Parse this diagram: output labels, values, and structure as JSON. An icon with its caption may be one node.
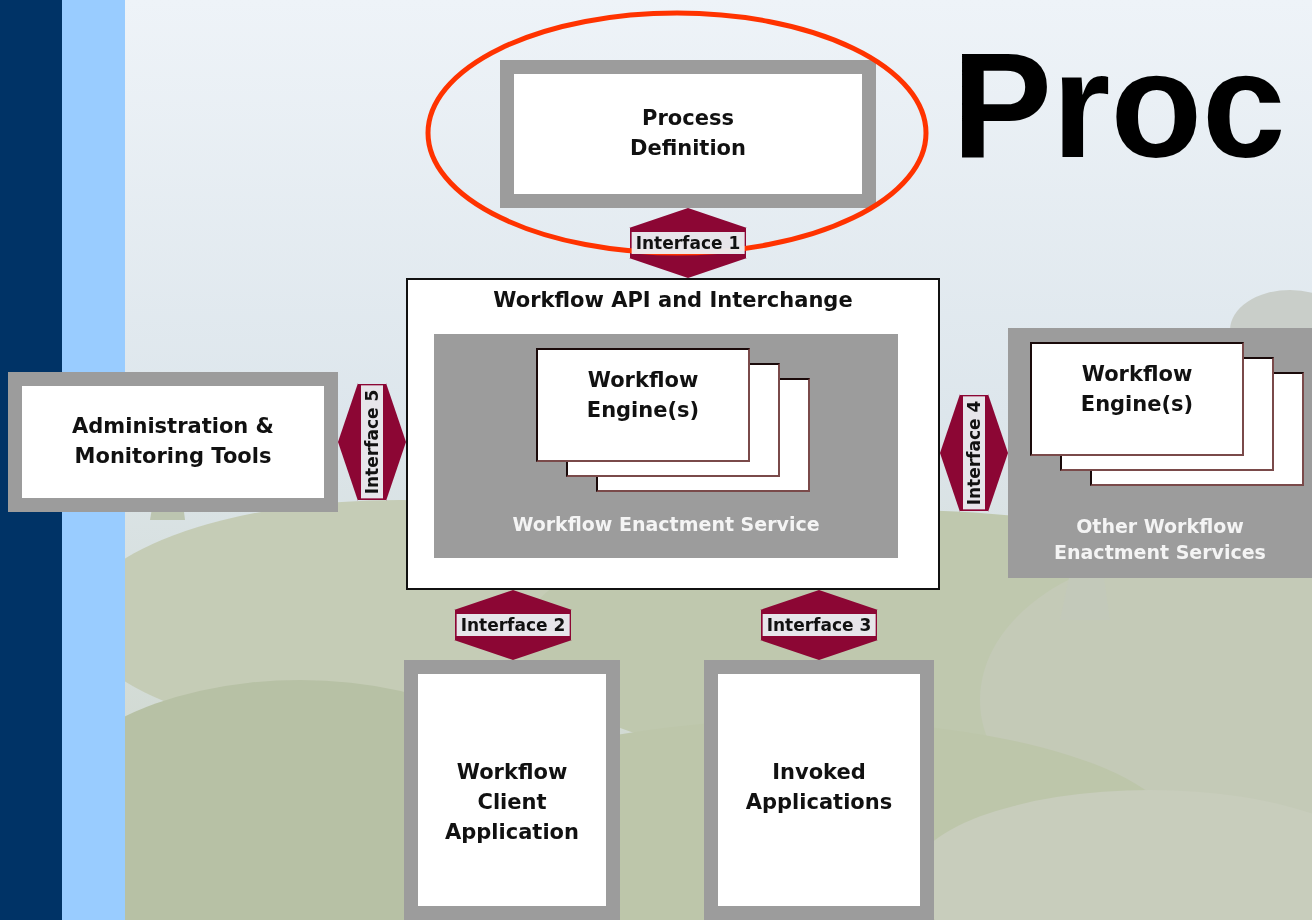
{
  "diagram": {
    "title": "Proc",
    "nodes": [
      {
        "text": [
          "Process Definition"
        ]
      },
      {
        "text": [
          "Workflow API and Interchange"
        ]
      },
      {
        "text": [
          "Workflow Enactment Service"
        ],
        "in": 1
      },
      {
        "text": [
          "Workflow Engine(s)"
        ],
        "in": 2
      },
      {
        "text": [
          "Administration & Monitoring Tools"
        ]
      },
      {
        "text": [
          "Other Workflow Enactment Services"
        ]
      },
      {
        "text": [
          "Workflow Engine(s)"
        ],
        "in": 5
      },
      {
        "text": [
          "Workflow Client Application"
        ]
      },
      {
        "text": [
          "Invoked Applications"
        ]
      }
    ],
    "edges": [
      {
        "from": 0,
        "to": 1,
        "arrow": "both",
        "label": "Interface 1"
      },
      {
        "from": 4,
        "to": 1,
        "arrow": "both",
        "label": "Interface 5"
      },
      {
        "from": 1,
        "to": 5,
        "arrow": "both",
        "label": "Interface 4"
      },
      {
        "from": 1,
        "to": 7,
        "arrow": "both",
        "label": "Interface 2"
      },
      {
        "from": 1,
        "to": 8,
        "arrow": "both",
        "label": "Interface 3"
      }
    ]
  }
}
